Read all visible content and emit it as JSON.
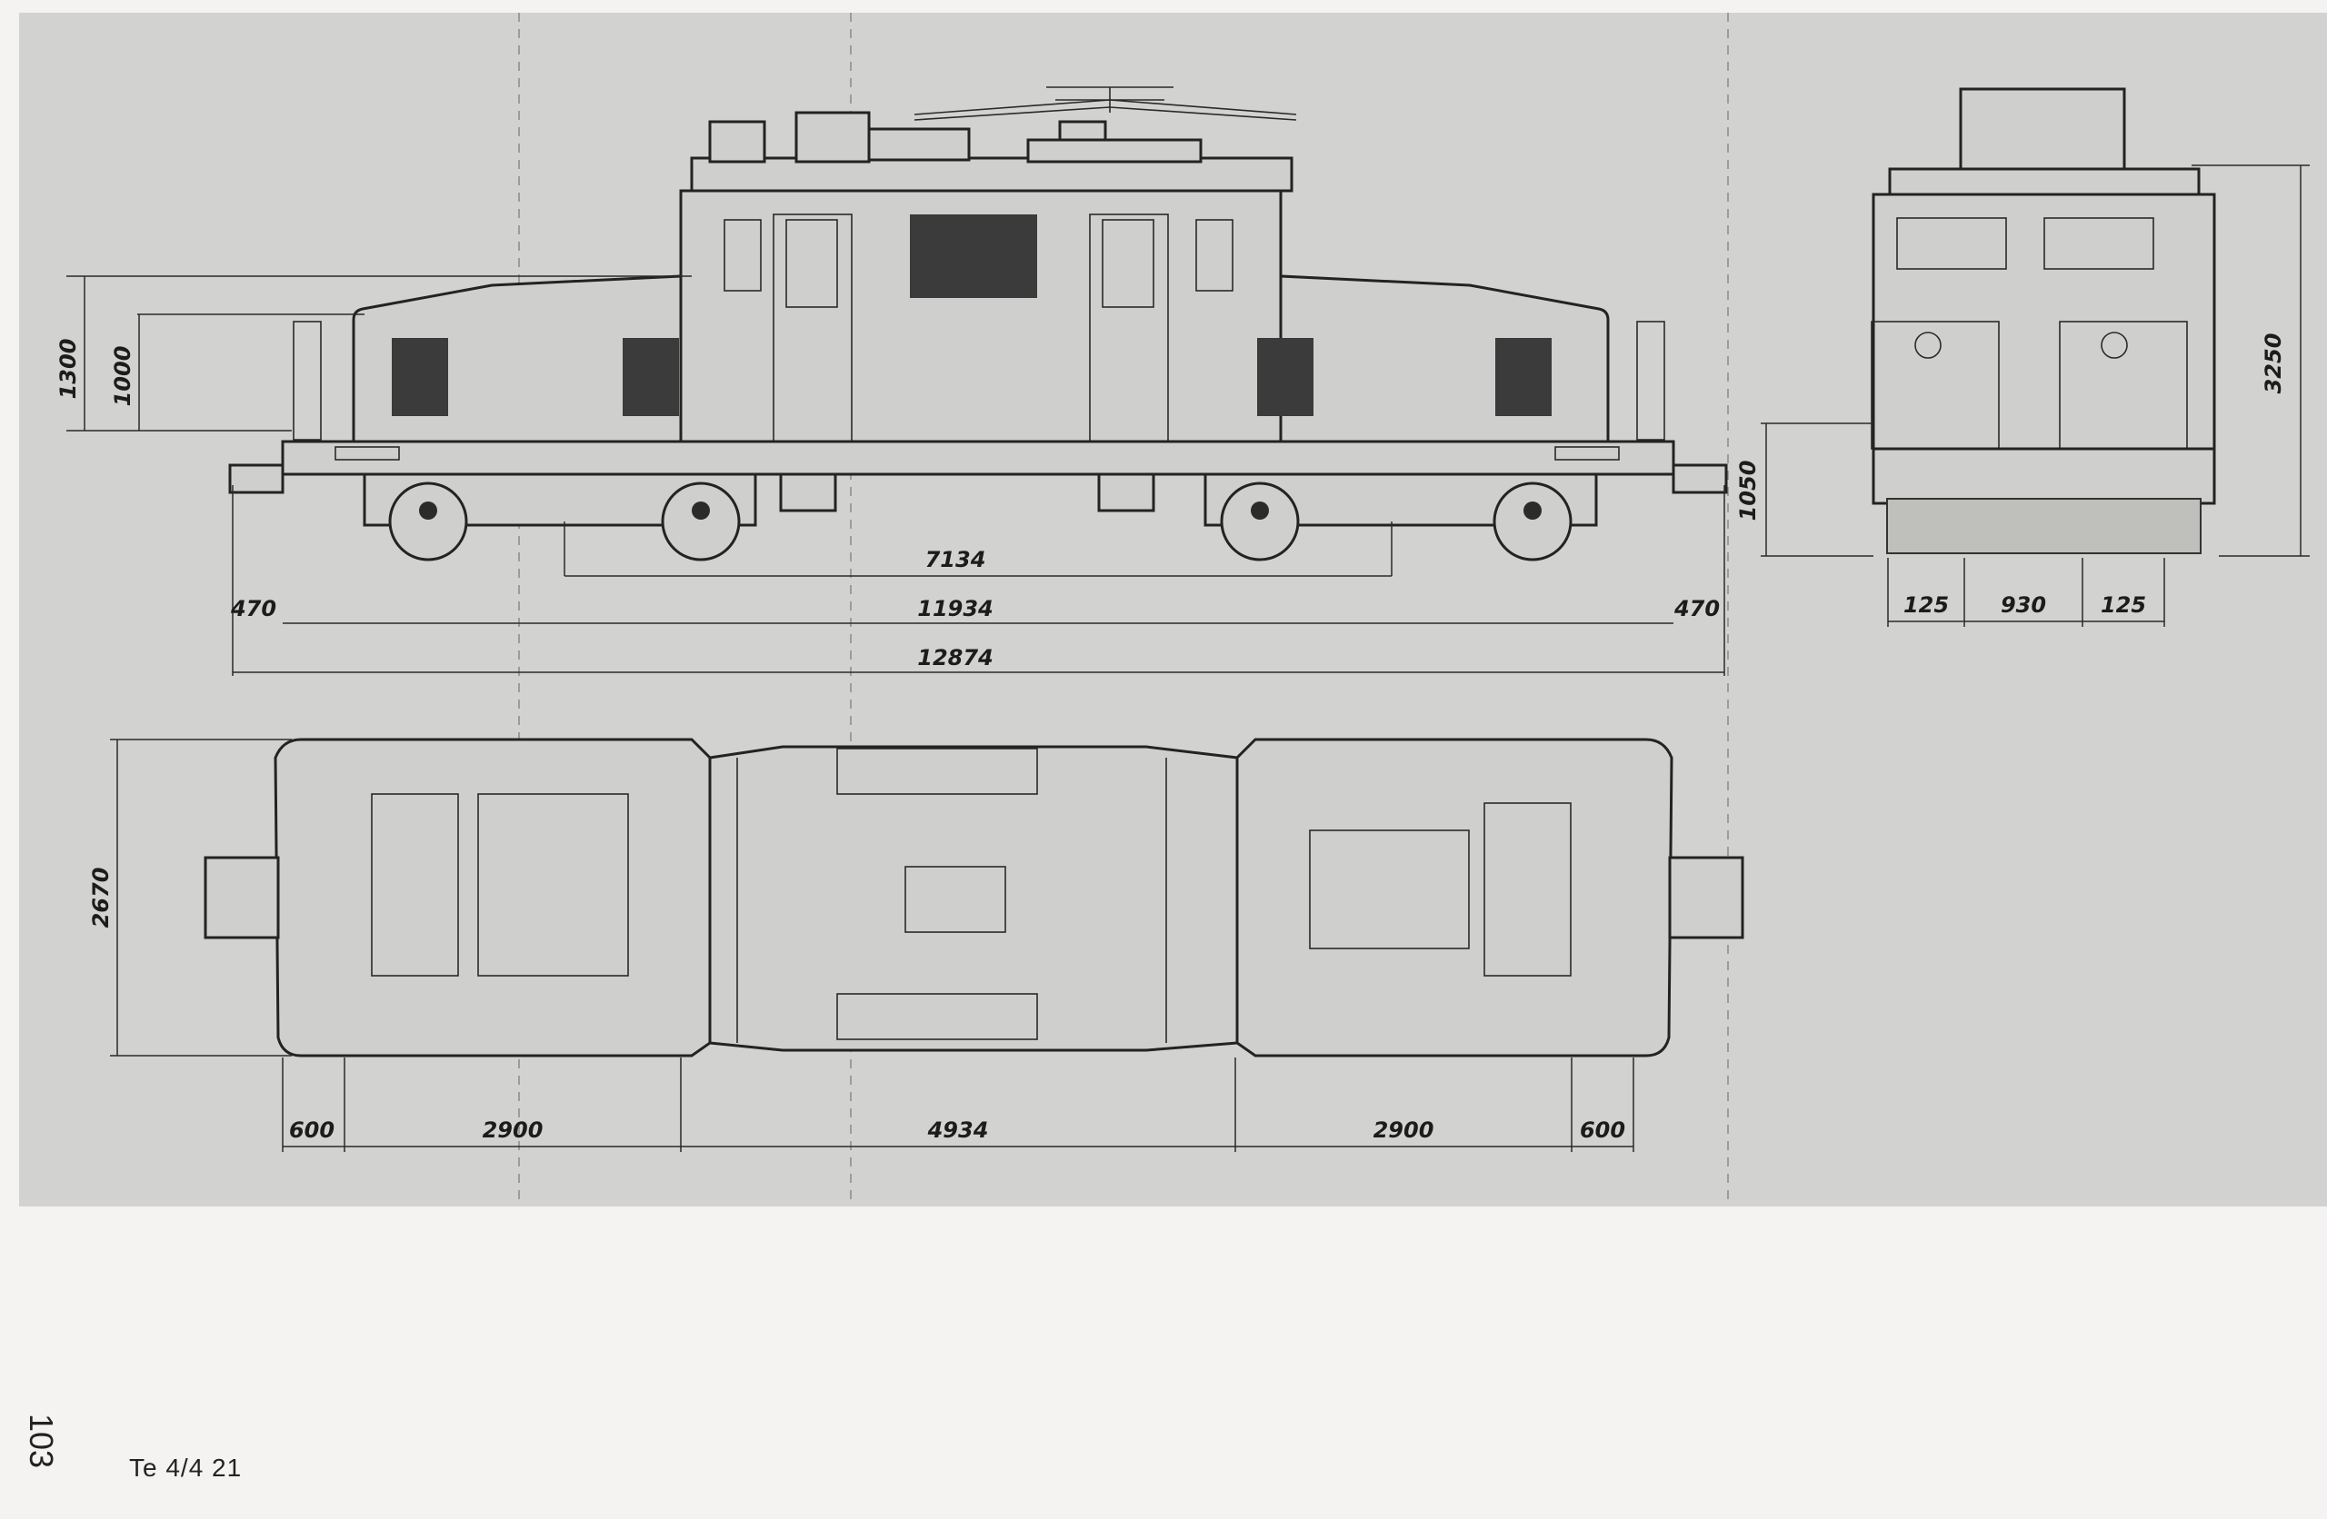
{
  "page": {
    "number": "103",
    "caption": "Te 4/4 21"
  },
  "drawing": {
    "side_view": {
      "heights": {
        "total": "1300",
        "hood": "1000"
      },
      "lengths": {
        "bogie_distance": "7134",
        "over_body": "11934",
        "over_buffers": "12874",
        "buffer_left": "470",
        "buffer_right": "470"
      }
    },
    "end_view": {
      "height": "3250",
      "platform_height": "1050",
      "gauge_left": "125",
      "gauge": "930",
      "gauge_right": "125"
    },
    "plan_view": {
      "width": "2670",
      "segments": [
        "600",
        "2900",
        "4934",
        "2900",
        "600"
      ]
    }
  },
  "colors": {
    "plate": "#d2d3d0",
    "ink": "#232323",
    "paper": "#f4f3f1"
  }
}
